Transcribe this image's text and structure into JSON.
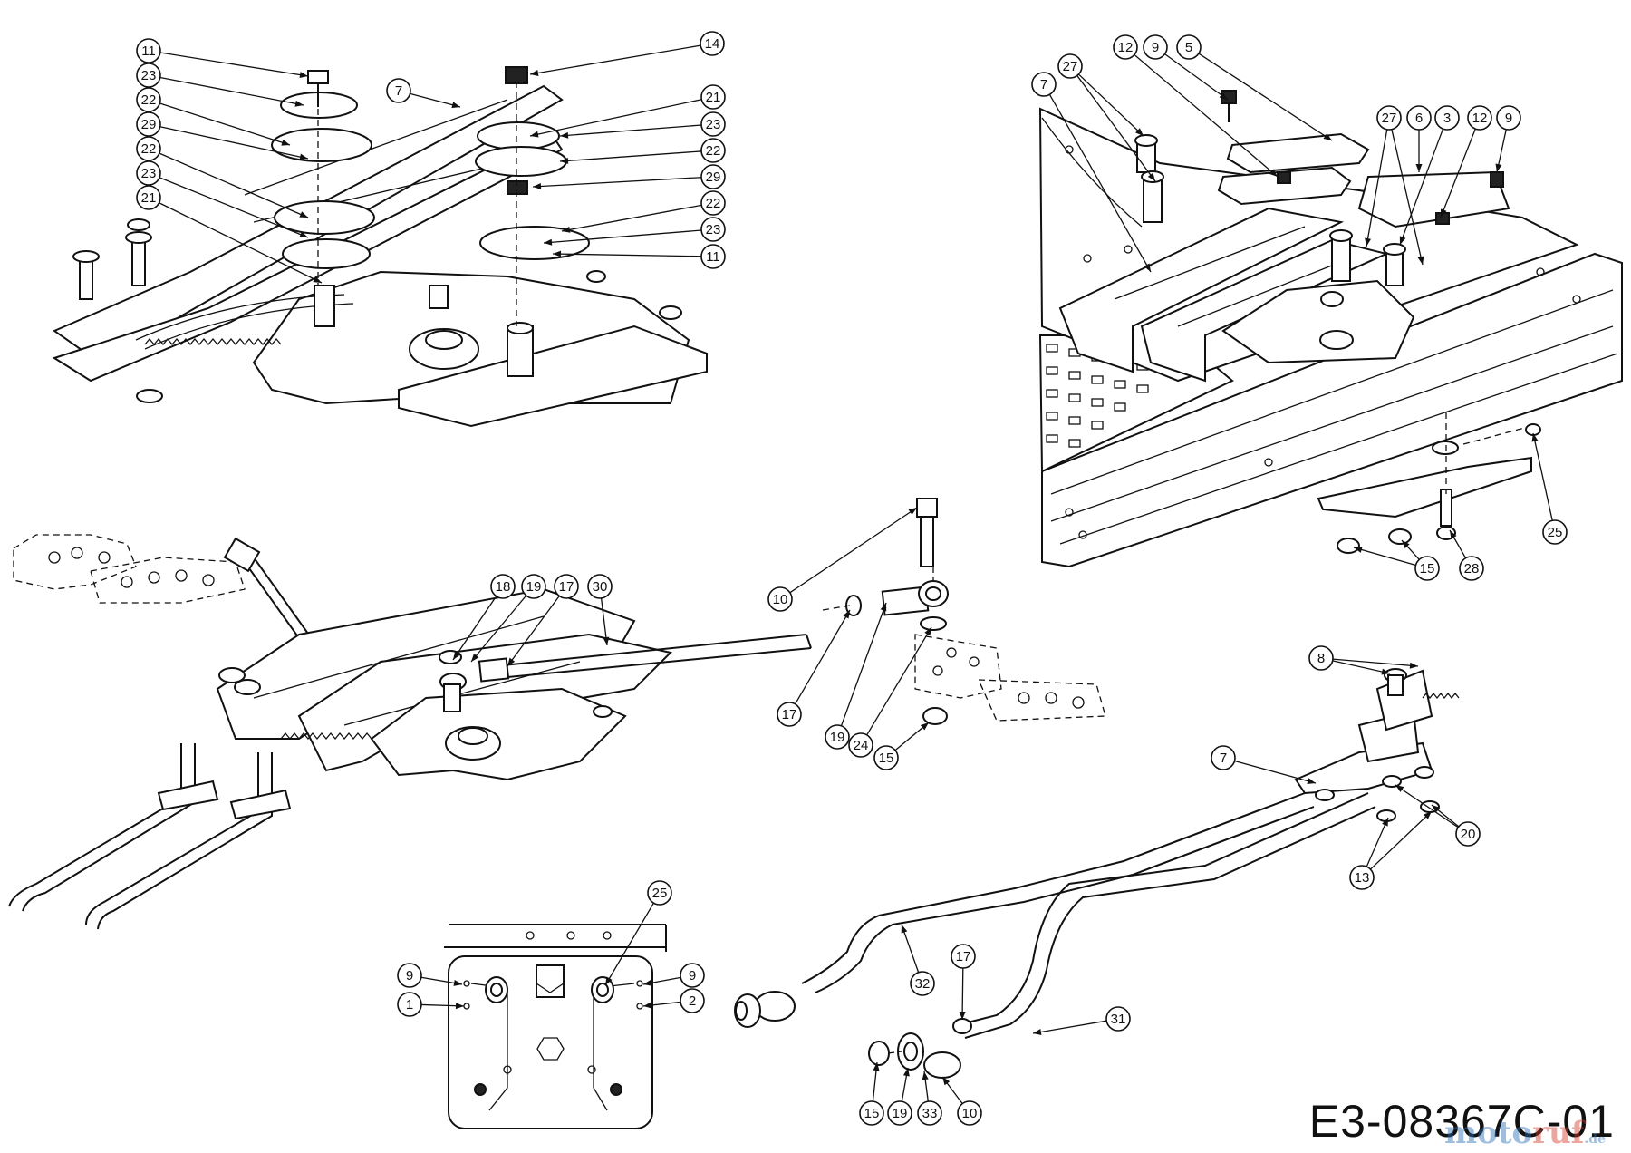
{
  "drawing_number": "E3-08367C-01",
  "watermark": {
    "text_a": "moto",
    "text_b": "ruf",
    "text_c": ".de"
  },
  "callouts": [
    {
      "id": "c1",
      "label": "11"
    },
    {
      "id": "c2",
      "label": "23"
    },
    {
      "id": "c3",
      "label": "22"
    },
    {
      "id": "c4",
      "label": "29"
    },
    {
      "id": "c5",
      "label": "22"
    },
    {
      "id": "c6",
      "label": "23"
    },
    {
      "id": "c7",
      "label": "21"
    },
    {
      "id": "c8",
      "label": "7"
    },
    {
      "id": "c9",
      "label": "14"
    },
    {
      "id": "c10",
      "label": "21"
    },
    {
      "id": "c11",
      "label": "23"
    },
    {
      "id": "c12",
      "label": "22"
    },
    {
      "id": "c13",
      "label": "29"
    },
    {
      "id": "c14",
      "label": "22"
    },
    {
      "id": "c15",
      "label": "23"
    },
    {
      "id": "c16",
      "label": "11"
    },
    {
      "id": "c17",
      "label": "7"
    },
    {
      "id": "c18",
      "label": "27"
    },
    {
      "id": "c19",
      "label": "12"
    },
    {
      "id": "c20",
      "label": "9"
    },
    {
      "id": "c21",
      "label": "5"
    },
    {
      "id": "c22",
      "label": "27"
    },
    {
      "id": "c23",
      "label": "6"
    },
    {
      "id": "c24",
      "label": "3"
    },
    {
      "id": "c25",
      "label": "12"
    },
    {
      "id": "c26",
      "label": "9"
    },
    {
      "id": "c27",
      "label": "25"
    },
    {
      "id": "c28",
      "label": "15"
    },
    {
      "id": "c29",
      "label": "28"
    },
    {
      "id": "c30",
      "label": "18"
    },
    {
      "id": "c31",
      "label": "19"
    },
    {
      "id": "c32",
      "label": "17"
    },
    {
      "id": "c33",
      "label": "30"
    },
    {
      "id": "c34",
      "label": "10"
    },
    {
      "id": "c35",
      "label": "17"
    },
    {
      "id": "c36",
      "label": "19"
    },
    {
      "id": "c37",
      "label": "24"
    },
    {
      "id": "c38",
      "label": "15"
    },
    {
      "id": "c39",
      "label": "8"
    },
    {
      "id": "c40",
      "label": "7"
    },
    {
      "id": "c41",
      "label": "20"
    },
    {
      "id": "c42",
      "label": "13"
    },
    {
      "id": "c43",
      "label": "25"
    },
    {
      "id": "c44",
      "label": "9"
    },
    {
      "id": "c45",
      "label": "1"
    },
    {
      "id": "c46",
      "label": "9"
    },
    {
      "id": "c47",
      "label": "2"
    },
    {
      "id": "c48",
      "label": "32"
    },
    {
      "id": "c49",
      "label": "17"
    },
    {
      "id": "c50",
      "label": "31"
    },
    {
      "id": "c51",
      "label": "15"
    },
    {
      "id": "c52",
      "label": "19"
    },
    {
      "id": "c53",
      "label": "33"
    },
    {
      "id": "c54",
      "label": "10"
    }
  ]
}
